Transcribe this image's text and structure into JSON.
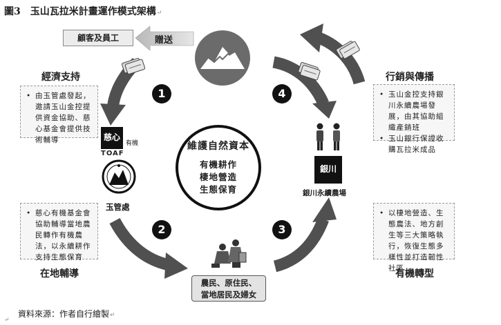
{
  "figure": {
    "number": "圖3",
    "title": "玉山瓦拉米計畫運作模式架構",
    "return_mark": "↵"
  },
  "top": {
    "customers": "顧客及員工",
    "gift": "贈送"
  },
  "center": {
    "title": "維護自然資本",
    "items": [
      "有機耕作",
      "棲地營造",
      "生態保育"
    ]
  },
  "steps": [
    "1",
    "2",
    "3",
    "4"
  ],
  "left_top": {
    "title": "經濟支持",
    "notes": [
      "由玉管處發起，邀請玉山金控提供資金協助、慈心基金會提供技術輔導"
    ]
  },
  "left_bottom": {
    "title": "在地輔導",
    "notes": [
      "慈心有機基金會協助輔導當地農民轉作有機農法，以永續耕作支持生態保育"
    ]
  },
  "right_top": {
    "title": "行銷與傳播",
    "notes": [
      "玉山金控支持銀川永續農場發展，由其協助組織產銷班",
      "玉山銀行保證收購瓦拉米成品"
    ]
  },
  "right_bottom": {
    "title": "有機轉型",
    "notes": [
      "以棲地營造、生態農法、地方創生等三大策略執行，恢復生態多樣性並打造韌性社區"
    ]
  },
  "orgs": {
    "toaf_mark": "慈心",
    "toaf_side": "有機",
    "toaf_en": "TOAF",
    "park": "玉管處",
    "farm": "銀川永續農場",
    "farm_logo": "銀川"
  },
  "farmers": [
    "農民、原住民、",
    "當地居民及婦女"
  ],
  "source": "資料來源：作者自行繪製",
  "colors": {
    "arrow": "#555555",
    "badge": "#111111",
    "box_fill": "#f6f6f6"
  }
}
